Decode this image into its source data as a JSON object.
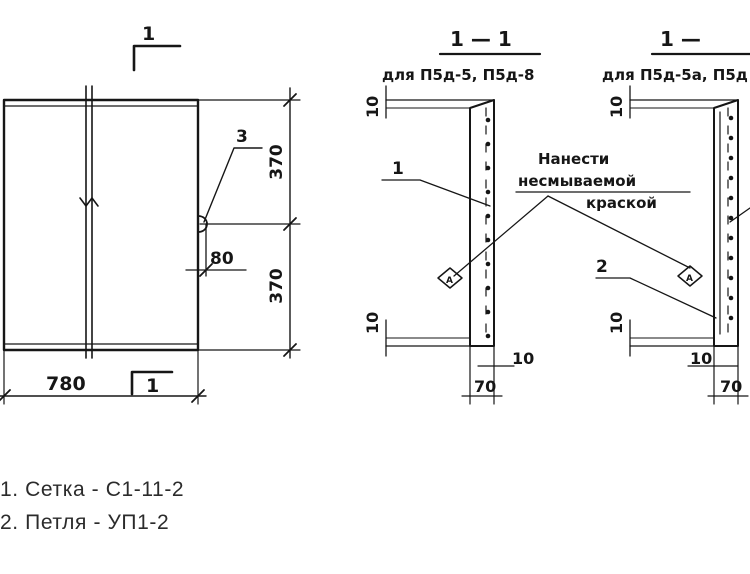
{
  "plan": {
    "section_mark": "1",
    "dims": {
      "upper": "370",
      "lower": "370",
      "loop_offset": "80",
      "width": "780"
    },
    "callout": "3"
  },
  "section_a": {
    "title": "1 — 1",
    "subtitle": "для П5д-5, П5д-8",
    "callout": "1",
    "dims": {
      "top": "10",
      "bottom": "10",
      "thickness": "10",
      "width": "70"
    }
  },
  "section_b": {
    "title": "1 —",
    "subtitle": "для П5д-5а, П5д",
    "callout": "2",
    "dims": {
      "top": "10",
      "bottom": "10",
      "thickness": "10",
      "width": "70"
    }
  },
  "note": {
    "line1": "Нанести",
    "line2": "несмываемой",
    "line3": "краской"
  },
  "legend": [
    "1. Сетка - С1-11-2",
    "2. Петля - УП1-2"
  ]
}
